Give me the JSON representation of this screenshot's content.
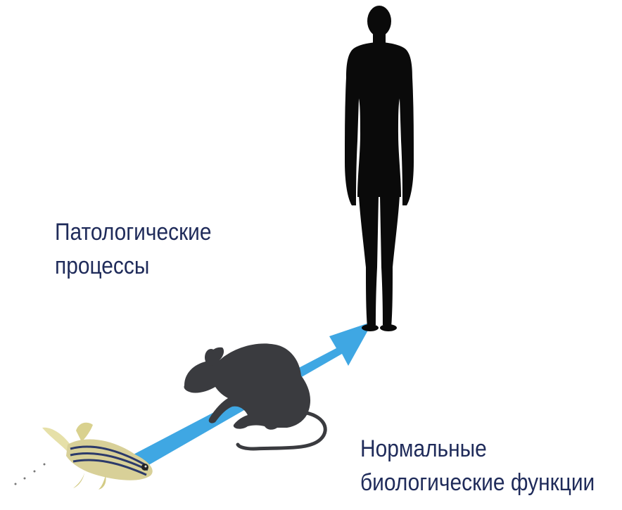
{
  "labels": {
    "pathological": {
      "line1": "Патологические",
      "line2": "процессы"
    },
    "normal": {
      "line1": "Нормальные",
      "line2": "биологические функции"
    }
  },
  "colors": {
    "arrow": "#3fa7e3",
    "silhouette_human": "#0a0a0a",
    "silhouette_rat": "#3a3b3f",
    "text": "#1f2b5a",
    "fish_body": "#d8d098"
  },
  "icons": [
    "zebrafish-icon",
    "rat-icon",
    "human-icon",
    "arrow-icon"
  ]
}
